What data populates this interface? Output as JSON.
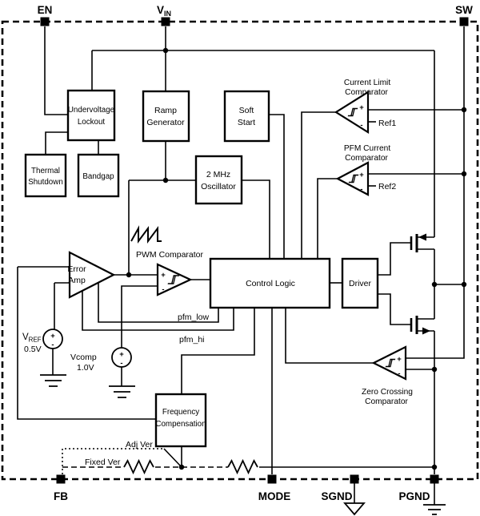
{
  "diagram": {
    "colors": {
      "line": "#000000",
      "background": "#ffffff"
    },
    "pins": {
      "en": "EN",
      "vin_main": "V",
      "vin_sub": "IN",
      "sw": "SW",
      "fb": "FB",
      "mode": "MODE",
      "sgnd": "SGND",
      "pgnd": "PGND"
    },
    "blocks": {
      "uvlo": {
        "line1": "Undervoltage",
        "line2": "Lockout"
      },
      "thermal": {
        "line1": "Thermal",
        "line2": "Shutdown"
      },
      "bandgap": {
        "line1": "Bandgap"
      },
      "ramp": {
        "line1": "Ramp",
        "line2": "Generator"
      },
      "softstart": {
        "line1": "Soft",
        "line2": "Start"
      },
      "oscillator": {
        "line1": "2 MHz",
        "line2": "Oscillator"
      },
      "control_logic": {
        "line1": "Control Logic"
      },
      "driver": {
        "line1": "Driver"
      },
      "freq_comp": {
        "line1": "Frequency",
        "line2": "Compensation"
      }
    },
    "comparators": {
      "current_limit": {
        "line1": "Current Limit",
        "line2": "Comparator",
        "ref": "Ref1"
      },
      "pfm_current": {
        "line1": "PFM Current",
        "line2": "Comparator",
        "ref": "Ref2"
      },
      "pwm": {
        "label": "PWM Comparator"
      },
      "zero_crossing": {
        "line1": "Zero Crossing",
        "line2": "Comparator"
      },
      "error_amp": {
        "line1": "Error",
        "line2": "Amp"
      },
      "plus": "+",
      "minus": "-"
    },
    "sources": {
      "vref": {
        "main": "V",
        "sub": "REF",
        "value": "0.5V"
      },
      "vcomp": {
        "label": "Vcomp",
        "value": "1.0V"
      }
    },
    "signals": {
      "pfm_low": "pfm_low",
      "pfm_hi": "pfm_hi"
    },
    "versions": {
      "adjustable": "Adj Ver",
      "fixed": "Fixed Ver"
    }
  }
}
